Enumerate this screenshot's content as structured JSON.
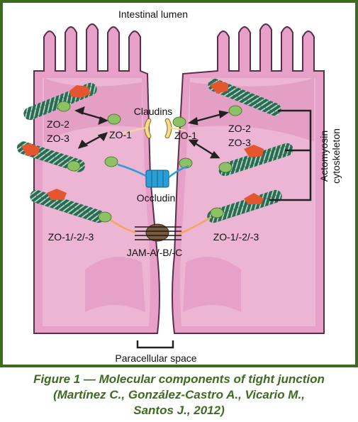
{
  "labels": {
    "lumen": "Intestinal lumen",
    "claudins": "Claudins",
    "occludin": "Occludin",
    "jam": "JAM-A/-B/-C",
    "paracellular": "Paracellular space",
    "zo2_left": "ZO-2",
    "zo3_left": "ZO-3",
    "zo1_left": "ZO-1",
    "zo1_right": "ZO-1",
    "zo2_right": "ZO-2",
    "zo3_right": "ZO-3",
    "zo123_left": "ZO-1/-2/-3",
    "zo123_right": "ZO-1/-2/-3",
    "actomyosin_1": "Actomyosin",
    "actomyosin_2": "cytoskeleton"
  },
  "caption": {
    "line1": "Figure 1 — Molecular components of tight junction",
    "line2": "(Martínez C., González-Castro A., Vicario M.,",
    "line3": "Santos J., 2012)"
  },
  "colors": {
    "frame": "#3d6b1f",
    "cell_fill": "#e7a0c7",
    "cell_inner": "#f3c7de",
    "outline": "#5a2d48",
    "filament": "#2d6a55",
    "myosin": "#e4572e",
    "zo_protein": "#8cc166",
    "claudin": "#f5dc8c",
    "occludin": "#2a9fd6",
    "caption": "#3d6b1f"
  }
}
